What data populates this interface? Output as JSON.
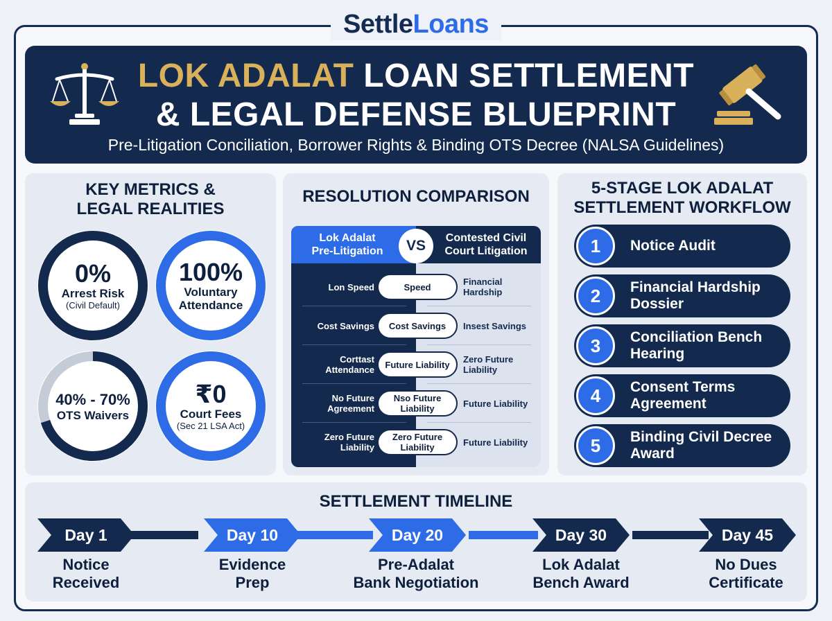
{
  "brand": {
    "part1": "Settle",
    "part2": "Loans"
  },
  "header": {
    "title_gold": "LOK ADALAT",
    "title_rest": " LOAN SETTLEMENT",
    "title_line2": "& LEGAL DEFENSE BLUEPRINT",
    "subtitle": "Pre-Litigation Conciliation, Borrower Rights & Binding OTS Decree (NALSA Guidelines)"
  },
  "metrics": {
    "title_line1": "KEY METRICS &",
    "title_line2": "LEGAL REALITIES",
    "items": [
      {
        "value": "0%",
        "label": "Arrest Risk",
        "sub": "(Civil Default)",
        "ring_color": "#13294d",
        "ring_fraction": 1.0
      },
      {
        "value": "100%",
        "label": "Voluntary",
        "label2": "Attendance",
        "ring_color": "#2e6be6",
        "ring_fraction": 1.0
      },
      {
        "value": "40% - 70%",
        "label": "OTS Waivers",
        "ring_color": "#13294d",
        "ring_fraction": 0.7
      },
      {
        "value": "₹0",
        "label": "Court Fees",
        "sub": "(Sec 21 LSA Act)",
        "ring_color": "#2e6be6",
        "ring_fraction": 1.0
      }
    ]
  },
  "comparison": {
    "title": "RESOLUTION COMPARISON",
    "left_head_1": "Lok Adalat",
    "left_head_2": "Pre-Litigation",
    "vs": "VS",
    "right_head_1": "Contested Civil",
    "right_head_2": "Court Litigation",
    "rows": [
      {
        "left": "Lon Speed",
        "mid": "Speed",
        "right": "Financial Hardship"
      },
      {
        "left": "Cost Savings",
        "mid": "Cost Savings",
        "right": "Insest Savings"
      },
      {
        "left": "Corttast Attendance",
        "mid": "Future Liability",
        "right": "Zero Future Liability"
      },
      {
        "left": "No Future Agreement",
        "mid": "Nso Future Liability",
        "right": "Future Liability"
      },
      {
        "left": "Zero Future Liability",
        "mid": "Zero Future Liability",
        "right": "Future Liability"
      }
    ]
  },
  "workflow": {
    "title_line1": "5-STAGE LOK ADALAT",
    "title_line2": "SETTLEMENT WORKFLOW",
    "stages": [
      {
        "num": "1",
        "label": "Notice Audit"
      },
      {
        "num": "2",
        "label": "Financial Hardship Dossier"
      },
      {
        "num": "3",
        "label": "Conciliation Bench Hearing"
      },
      {
        "num": "4",
        "label": "Consent Terms Agreement"
      },
      {
        "num": "5",
        "label": "Binding Civil Decree Award"
      }
    ]
  },
  "timeline": {
    "title": "SETTLEMENT TIMELINE",
    "steps": [
      {
        "day": "Day 1",
        "label1": "Notice",
        "label2": "Received",
        "color": "#13294d"
      },
      {
        "day": "Day 10",
        "label1": "Evidence",
        "label2": "Prep",
        "color": "#2e6be6"
      },
      {
        "day": "Day 20",
        "label1": "Pre-Adalat",
        "label2": "Bank Negotiation",
        "color": "#2e6be6"
      },
      {
        "day": "Day 30",
        "label1": "Lok Adalat",
        "label2": "Bench Award",
        "color": "#13294d"
      },
      {
        "day": "Day 45",
        "label1": "No Dues",
        "label2": "Certificate",
        "color": "#13294d"
      }
    ]
  },
  "colors": {
    "navy": "#13294d",
    "blue": "#2e6be6",
    "gold": "#d9b15b"
  }
}
